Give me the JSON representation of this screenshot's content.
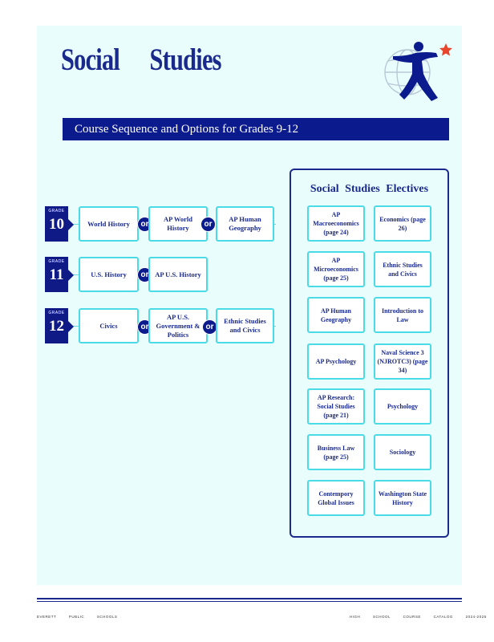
{
  "title": {
    "word1": "Social",
    "word2": "Studies"
  },
  "banner": "Course Sequence and Options for Grades 9-12",
  "grade_label": "GRADE",
  "or_label": "or",
  "grades": [
    {
      "number": "10",
      "courses": [
        "World History",
        "AP World History",
        "AP Human Geography"
      ]
    },
    {
      "number": "11",
      "courses": [
        "U.S. History",
        "AP U.S. History"
      ]
    },
    {
      "number": "12",
      "courses": [
        "Civics",
        "AP U.S. Government & Politics",
        "Ethnic Studies and Civics"
      ]
    }
  ],
  "electives": {
    "title": "Social Studies Electives",
    "items": [
      "AP Macroeconomics (page 24)",
      "Economics (page 26)",
      "AP Microeconomics (page 25)",
      "Ethnic Studies and Civics",
      "AP Human Geography",
      "Introduction to Law",
      "AP Psychology",
      "Naval Science 3 (NJROTC3) (page 34)",
      "AP Research: Social Studies (page 21)",
      "Psychology",
      "Business Law (page 25)",
      "Sociology",
      "Contempory Global Issues",
      "Washington State History"
    ]
  },
  "footer": {
    "left": "EVERETT PUBLIC SCHOOLS",
    "right": "HIGH SCHOOL COURSE CATALOG 2024-2025"
  },
  "colors": {
    "navy": "#0b1a8c",
    "cyan_border": "#49dbe6",
    "panel_bg": "#eafdfd",
    "star": "#e8452c"
  }
}
